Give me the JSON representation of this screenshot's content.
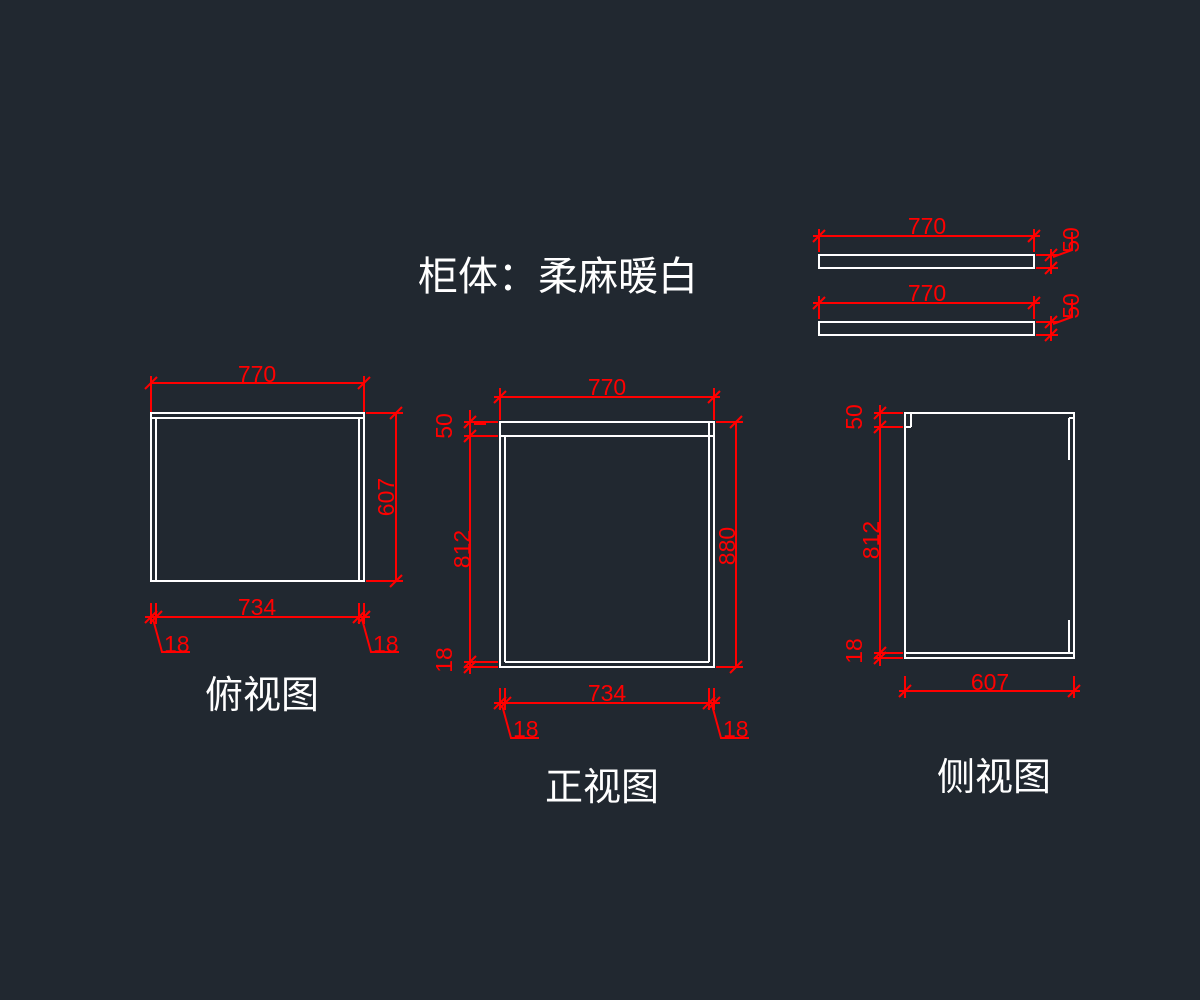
{
  "title": "柜体：柔麻暖白",
  "views": {
    "top_label": "俯视图",
    "front_label": "正视图",
    "side_label": "侧视图"
  },
  "dims": {
    "top_width": "770",
    "top_depth": "607",
    "top_inner": "734",
    "top_left_panel": "18",
    "top_right_panel": "18",
    "front_width": "770",
    "front_top": "50",
    "front_inner_h": "812",
    "front_bottom": "18",
    "front_total_h": "880",
    "front_inner_w": "734",
    "front_left_panel": "18",
    "front_right_panel": "18",
    "side_top": "50",
    "side_inner_h": "812",
    "side_bottom": "18",
    "side_depth": "607",
    "strip1_len": "770",
    "strip1_h": "50",
    "strip2_len": "770",
    "strip2_h": "50"
  },
  "colors": {
    "background": "#212830",
    "lines": "#ffffff",
    "dimensions": "#ff0000"
  }
}
